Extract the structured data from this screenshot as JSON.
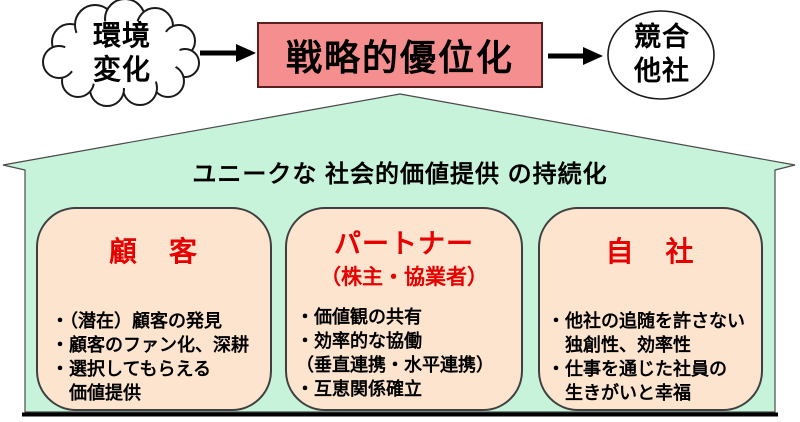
{
  "colors": {
    "mint": "#c7f3da",
    "peach": "#fce4cf",
    "pink": "#f58f8f",
    "red": "#e60000"
  },
  "cloud": {
    "lines": [
      "環境",
      "変化"
    ]
  },
  "flow": {
    "strategy_label": "戦略的優位化",
    "competitor_lines": [
      "競合",
      "他社"
    ]
  },
  "house": {
    "title": "ユニークな 社会的価値提供 の持続化"
  },
  "cards": [
    {
      "title": "顧　客",
      "bullets": [
        "・（潜在）顧客の発見",
        "・顧客のファン化、深耕",
        "・選択してもらえる",
        "　価値提供"
      ]
    },
    {
      "title": "パートナー",
      "subtitle": "（株主・協業者）",
      "bullets": [
        "・価値観の共有",
        "・効率的な協働",
        "（垂直連携・水平連携）",
        "・互恵関係確立"
      ]
    },
    {
      "title": "自　社",
      "bullets": [
        "・他社の追随を許さない",
        "　独創性、効率性",
        "・仕事を通じた社員の",
        "　生きがいと幸福"
      ]
    }
  ]
}
